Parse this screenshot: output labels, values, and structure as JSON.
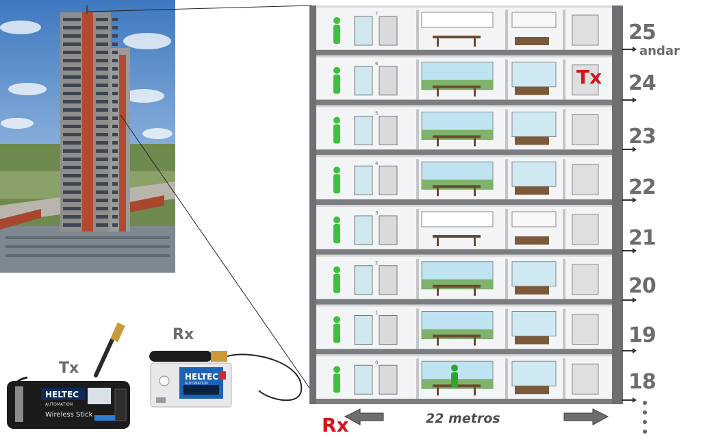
{
  "floors": [
    "25",
    "24",
    "23",
    "22",
    "21",
    "20",
    "19",
    "18"
  ],
  "floor_unit": "andar",
  "tx_label": "Tx",
  "rx_label": "Rx",
  "distance_label": "22 metros",
  "tx_device_label": "Tx",
  "rx_device_label": "Rx",
  "tx_board": {
    "brand": "HELTEC",
    "sub": "AUTOMATION",
    "model": "Wireless Stick"
  },
  "rx_board": {
    "brand": "HELTEC",
    "sub": "AUTOMATION"
  },
  "room_numbers": [
    "7",
    "6",
    "5",
    "4",
    "3",
    "2",
    "1",
    "0"
  ],
  "colors": {
    "accent_red": "#d4151c",
    "label_gray": "#6c6c6c",
    "person_green": "#3fbf3f",
    "board_blue": "#1d62b3"
  }
}
